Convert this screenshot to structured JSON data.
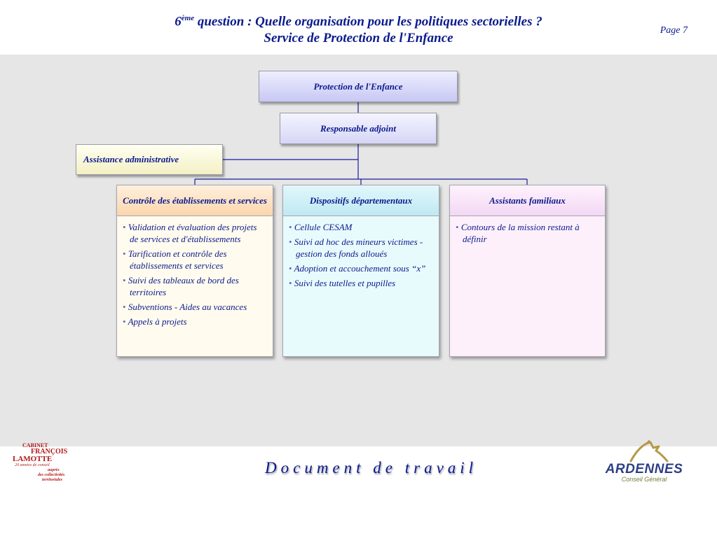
{
  "header": {
    "title_num": "6",
    "title_sup": "ème",
    "title_line1": " question : Quelle organisation pour les politiques sectorielles ?",
    "title_line2": "Service de Protection de l'Enfance",
    "page": "Page 7"
  },
  "org": {
    "root": "Protection de l'Enfance",
    "deputy": "Responsable adjoint",
    "assistant": "Assistance administrative",
    "columns": [
      {
        "title": "Contrôle des établissements et services",
        "items": [
          "Validation et évaluation des projets de services et d'établissements",
          "Tarification et contrôle des établissements et services",
          "Suivi des tableaux de bord des territoires",
          "Subventions - Aides au vacances",
          "Appels à projets"
        ]
      },
      {
        "title": "Dispositifs départementaux",
        "items": [
          "Cellule CESAM",
          "Suivi ad hoc des mineurs victimes - gestion des fonds alloués",
          "Adoption et accouchement sous “x”",
          "Suivi des tutelles et pupilles"
        ]
      },
      {
        "title": "Assistants familiaux",
        "items": [
          "Contours de la mission restant à définir"
        ]
      }
    ],
    "bullet": "•",
    "line_color": "#1a1a9e"
  },
  "footer": {
    "title": "Document de travail",
    "cabinet": {
      "l1": "CABINET",
      "l2": "FRANÇOIS",
      "l3": "LAMOTTE",
      "l4": "20 années de conseil",
      "l5": "auprès",
      "l6": "des collectivités",
      "l7": "territoriales"
    },
    "ardennes": {
      "name": "ARDENNES",
      "sub": "Conseil Général"
    }
  }
}
